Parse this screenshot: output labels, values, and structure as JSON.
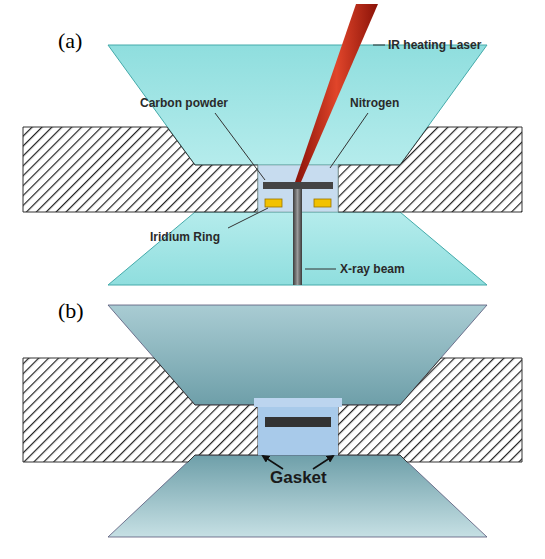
{
  "diagram": {
    "labels": [
      "(a)",
      "IR heating Laser",
      "Carbon powder",
      "Nitrogen",
      "Iridium Ring",
      "X-ray beam",
      "(b)",
      "Gasket"
    ]
  }
}
